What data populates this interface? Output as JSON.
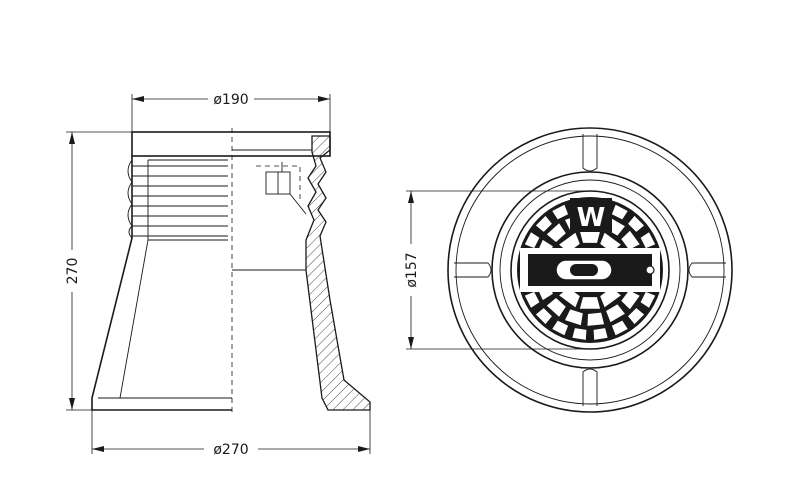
{
  "dimensions": {
    "top_diameter": "ø190",
    "height": "270",
    "base_diameter": "ø270",
    "lid_diameter": "ø157"
  },
  "lid": {
    "mark": "W"
  }
}
